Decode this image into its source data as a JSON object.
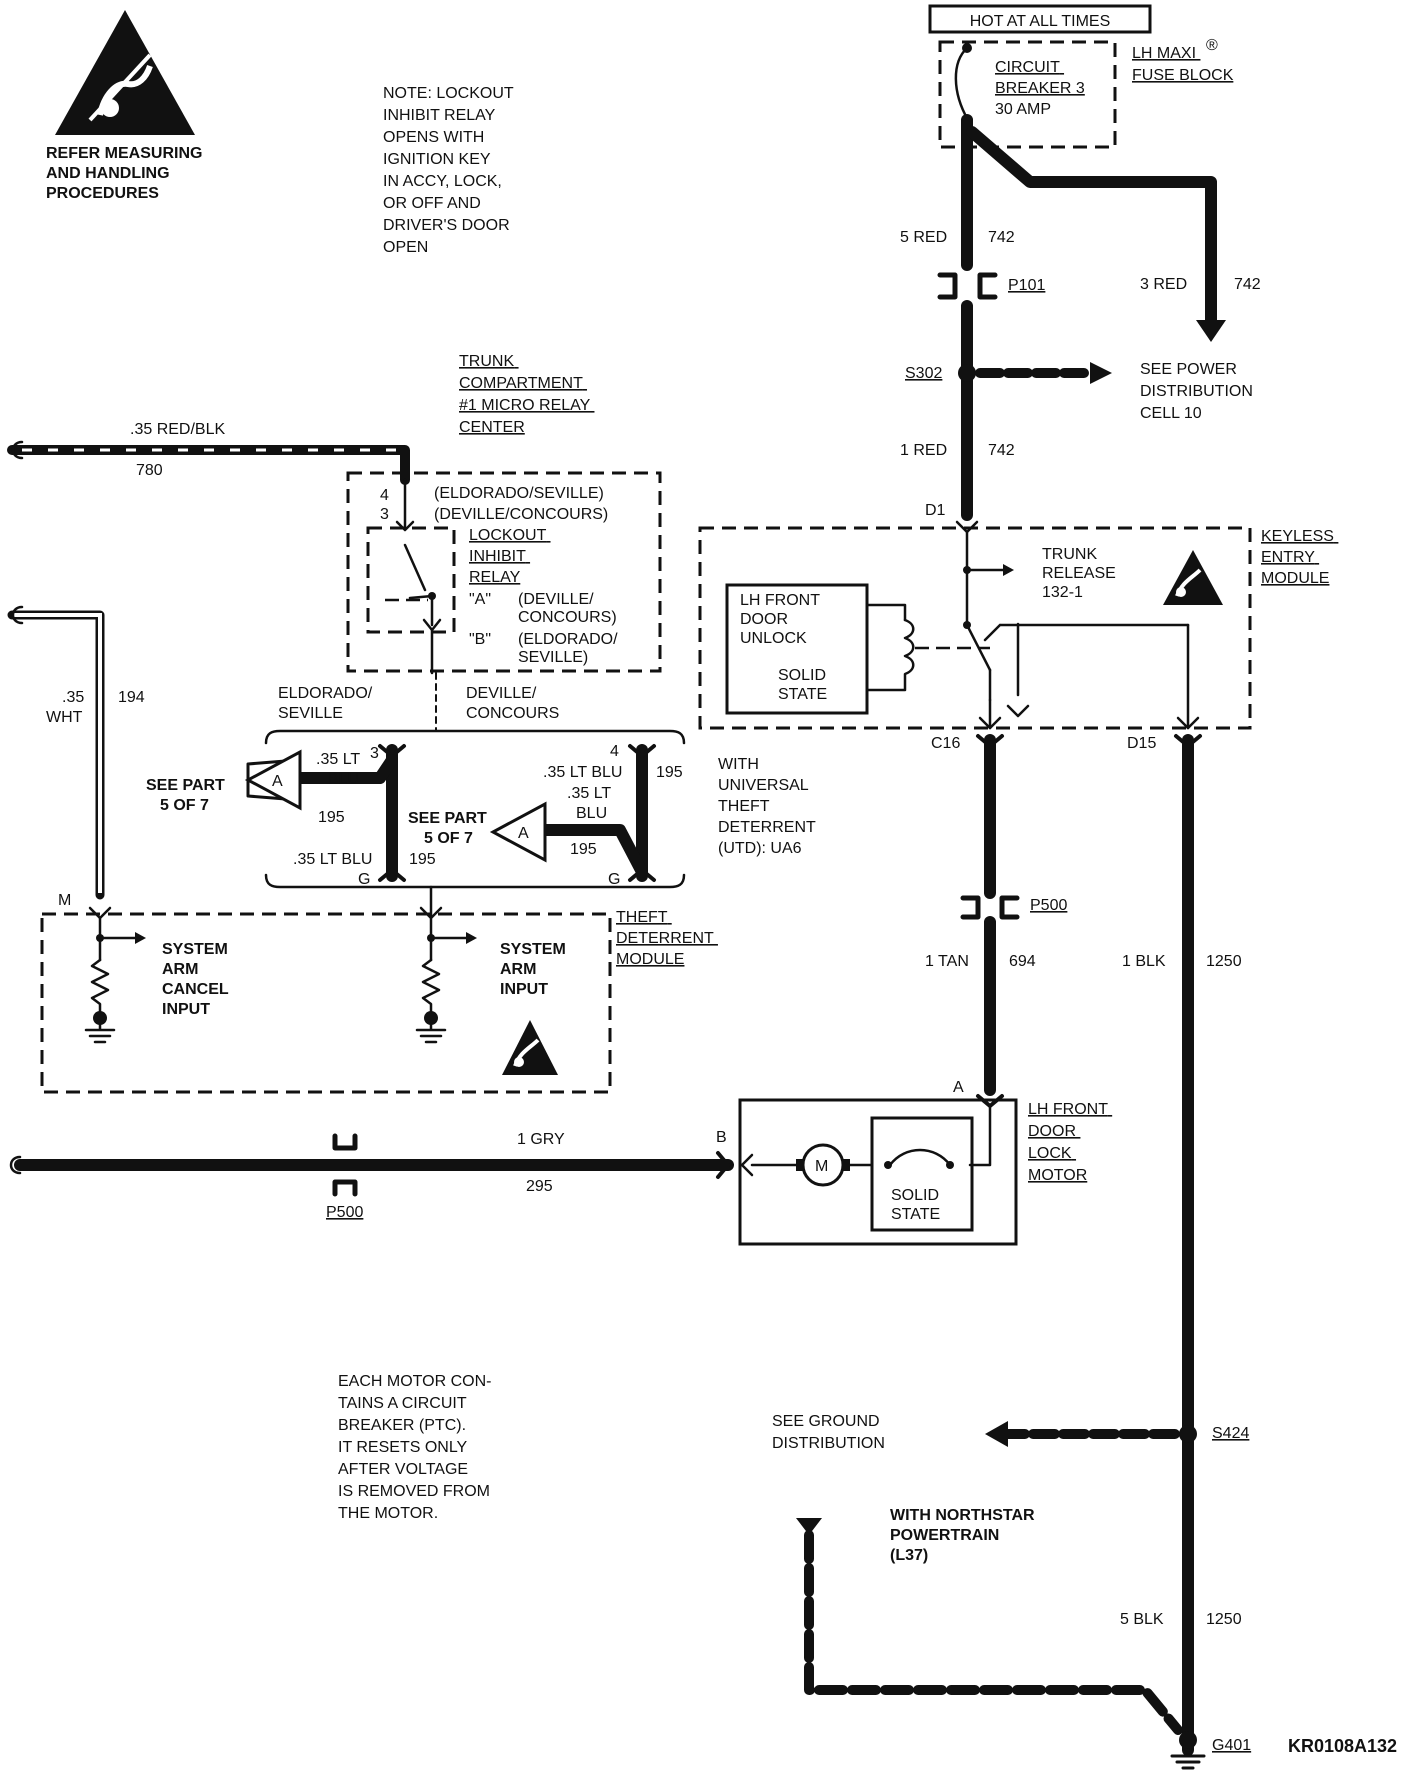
{
  "esd_warning": {
    "icon": "esd-warning-icon",
    "text": [
      "REFER MEASURING",
      "AND HANDLING",
      "PROCEDURES"
    ]
  },
  "note_lockout": [
    "NOTE: LOCKOUT",
    "INHIBIT RELAY",
    "OPENS WITH",
    "IGNITION KEY",
    "IN ACCY, LOCK,",
    "OR OFF AND",
    "DRIVER'S DOOR",
    "OPEN"
  ],
  "hot_label": "HOT AT ALL TIMES",
  "fuse_block": {
    "name": [
      "LH MAXI",
      "FUSE BLOCK"
    ],
    "registered": "®",
    "breaker": [
      "CIRCUIT",
      "BREAKER 3"
    ],
    "rating": "30 AMP"
  },
  "wires": {
    "w5red": "5 RED",
    "w5red_num": "742",
    "w3red": "3 RED",
    "w3red_num": "742",
    "w1red": "1 RED",
    "w1red_num": "742",
    "red_blk": ".35 RED/BLK",
    "red_blk_num": "780",
    "wht_a": ".35",
    "wht_b": "WHT",
    "wht_num": "194",
    "ltblu_left_a": ".35 LT",
    "ltblu_left_b": "BLU",
    "ltblu_left_num": "195",
    "ltblu_left2": ".35 LT BLU",
    "ltblu_left2_num": "195",
    "ltblu_right1": ".35 LT BLU",
    "ltblu_right1_num": "195",
    "ltblu_right2_a": ".35 LT",
    "ltblu_right2_b": "BLU",
    "ltblu_right2_num": "195",
    "tan": "1 TAN",
    "tan_num": "694",
    "blk1": "1 BLK",
    "blk1_num": "1250",
    "gry": "1 GRY",
    "gry_num": "295",
    "blk5": "5 BLK",
    "blk5_num": "1250"
  },
  "connectors": {
    "p101": "P101",
    "s302": "S302",
    "p500_top": "P500",
    "p500_bottom": "P500",
    "s424": "S424",
    "g401": "G401"
  },
  "pins": {
    "d1": "D1",
    "c16": "C16",
    "d15": "D15",
    "pin4": "4",
    "pin3": "3",
    "pin3_left": "3",
    "pin4_right": "4",
    "g_left": "G",
    "g_right": "G",
    "m": "M",
    "a_motor": "A",
    "b_motor": "B"
  },
  "see_power": [
    "SEE POWER",
    "DISTRIBUTION",
    "CELL 10"
  ],
  "trunk_center": [
    "TRUNK",
    "COMPARTMENT",
    "#1 MICRO RELAY",
    "CENTER"
  ],
  "relay_box": {
    "variant1": "(ELDORADO/SEVILLE)",
    "variant2": "(DEVILLE/CONCOURS)",
    "relay_name": [
      "LOCKOUT",
      "INHIBIT",
      "RELAY"
    ],
    "a_label": "\"A\"",
    "a_desc": [
      "(DEVILLE/",
      "CONCOURS)"
    ],
    "b_label": "\"B\"",
    "b_desc": [
      "(ELDORADO/",
      "SEVILLE)"
    ]
  },
  "branch_labels": {
    "left": [
      "ELDORADO/",
      "SEVILLE"
    ],
    "right": [
      "DEVILLE/",
      "CONCOURS"
    ]
  },
  "see_part_left": [
    "SEE PART",
    "5 OF 7"
  ],
  "see_part_right": [
    "SEE PART",
    "5 OF 7"
  ],
  "arrow_letter": "A",
  "utd_note": [
    "WITH",
    "UNIVERSAL",
    "THEFT",
    "DETERRENT",
    "(UTD): UA6"
  ],
  "keyless_module": {
    "name": [
      "KEYLESS",
      "ENTRY",
      "MODULE"
    ],
    "trunk_release": [
      "TRUNK",
      "RELEASE",
      "132-1"
    ],
    "unlock_box": [
      "LH FRONT",
      "DOOR",
      "UNLOCK"
    ],
    "solid_state": [
      "SOLID",
      "STATE"
    ]
  },
  "theft_module": {
    "name": [
      "THEFT",
      "DETERRENT",
      "MODULE"
    ],
    "arm_cancel": [
      "SYSTEM",
      "ARM",
      "CANCEL",
      "INPUT"
    ],
    "arm_input": [
      "SYSTEM",
      "ARM",
      "INPUT"
    ]
  },
  "lock_motor": {
    "name": [
      "LH FRONT",
      "DOOR",
      "LOCK",
      "MOTOR"
    ],
    "motor_symbol": "M",
    "solid_state": [
      "SOLID",
      "STATE"
    ]
  },
  "motor_note": [
    "EACH MOTOR CON-",
    "TAINS A CIRCUIT",
    "BREAKER (PTC).",
    "IT RESETS ONLY",
    "AFTER VOLTAGE",
    "IS REMOVED FROM",
    "THE MOTOR."
  ],
  "see_ground": [
    "SEE GROUND",
    "DISTRIBUTION"
  ],
  "northstar": [
    "WITH NORTHSTAR",
    "POWERTRAIN",
    "(L37)"
  ],
  "diagram_id": "KR0108A132"
}
